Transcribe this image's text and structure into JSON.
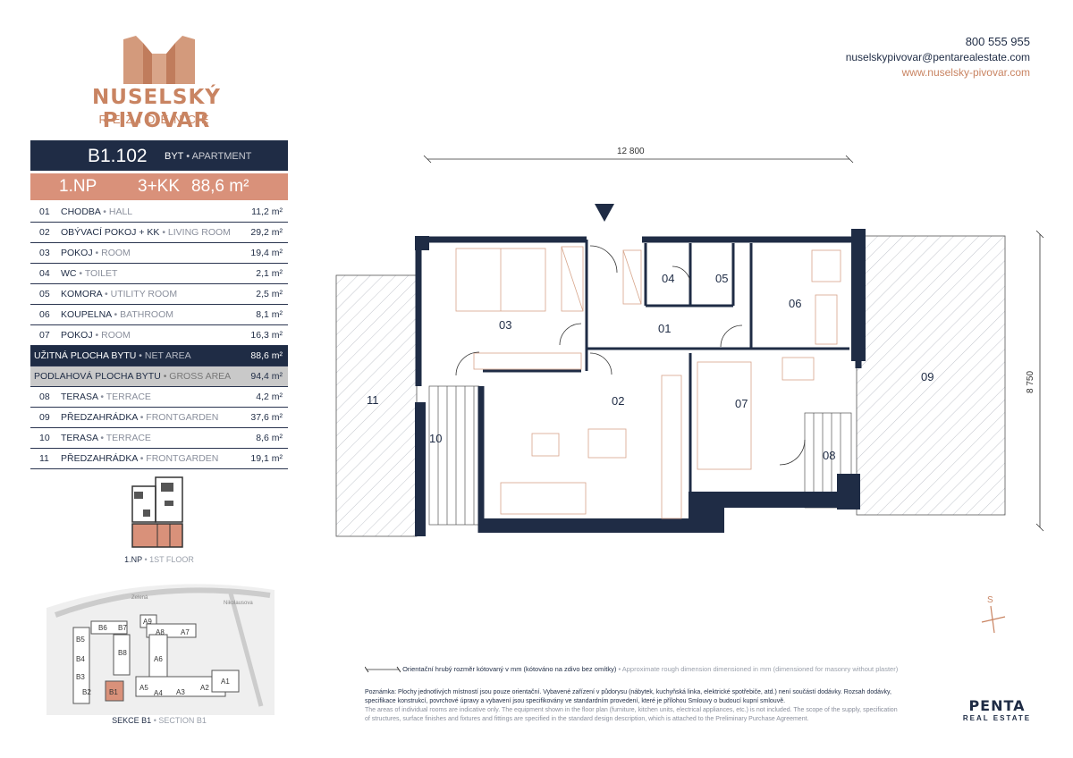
{
  "brand": {
    "title": "NUSELSKÝ PIVOVAR",
    "subtitle": "REZIDENCE"
  },
  "unit": {
    "code": "B1.102",
    "type_cz": "BYT",
    "type_en": "• APARTMENT",
    "floor": "1.NP",
    "layout": "3+KK",
    "area": "88,6 m²"
  },
  "rooms": [
    {
      "num": "01",
      "name": "CHODBA",
      "name_en": "• HALL",
      "area": "11,2 m²"
    },
    {
      "num": "02",
      "name": "OBÝVACÍ POKOJ + KK",
      "name_en": "• LIVING ROOM",
      "area": "29,2 m²"
    },
    {
      "num": "03",
      "name": "POKOJ",
      "name_en": "• ROOM",
      "area": "19,4 m²"
    },
    {
      "num": "04",
      "name": "WC",
      "name_en": "• TOILET",
      "area": "2,1 m²"
    },
    {
      "num": "05",
      "name": "KOMORA",
      "name_en": "• UTILITY ROOM",
      "area": "2,5 m²"
    },
    {
      "num": "06",
      "name": "KOUPELNA",
      "name_en": "• BATHROOM",
      "area": "8,1 m²"
    },
    {
      "num": "07",
      "name": "POKOJ",
      "name_en": "• ROOM",
      "area": "16,3 m²"
    }
  ],
  "net_area": {
    "name": "UŽITNÁ PLOCHA BYTU",
    "name_en": "• NET AREA",
    "area": "88,6 m²"
  },
  "gross_area": {
    "name": "PODLAHOVÁ PLOCHA BYTU",
    "name_en": "• GROSS AREA",
    "area": "94,4 m²"
  },
  "outdoor": [
    {
      "num": "08",
      "name": "TERASA",
      "name_en": "• TERRACE",
      "area": "4,2 m²"
    },
    {
      "num": "09",
      "name": "PŘEDZAHRÁDKA",
      "name_en": "• FRONTGARDEN",
      "area": "37,6 m²"
    },
    {
      "num": "10",
      "name": "TERASA",
      "name_en": "• TERRACE",
      "area": "8,6 m²"
    },
    {
      "num": "11",
      "name": "PŘEDZAHRÁDKA",
      "name_en": "• FRONTGARDEN",
      "area": "19,1 m²"
    }
  ],
  "floor_label": {
    "cz": "1.NP",
    "en": "• 1ST FLOOR"
  },
  "section_label": {
    "cz": "SEKCE B1",
    "en": "• SECTION B1"
  },
  "site_map": {
    "buildings": [
      "B6",
      "B7",
      "A9",
      "A8",
      "A7",
      "B5",
      "B8",
      "B4",
      "A6",
      "B3",
      "B2",
      "B1",
      "A5",
      "A4",
      "A3",
      "A2",
      "A1"
    ],
    "streets": [
      "Zelená",
      "Nikolausova"
    ]
  },
  "contact": {
    "phone": "800 555 955",
    "email": "nuselskypivovar@pentarealestate.com",
    "web": "www.nuselsky-pivovar.com"
  },
  "plan": {
    "dim_width": "12 800",
    "dim_height": "8 750",
    "labels": [
      "01",
      "02",
      "03",
      "04",
      "05",
      "06",
      "07",
      "08",
      "09",
      "10",
      "11"
    ]
  },
  "compass": {
    "label": "S"
  },
  "legend": {
    "cz": "Orientační hrubý rozměr kótovaný v mm (kótováno na zdivo bez omítky)",
    "en": "• Approximate rough dimension dimensioned in mm (dimensioned for masonry without plaster)"
  },
  "notes": {
    "cz": "Poznámka: Plochy jednotlivých místností jsou pouze orientační. Vybavené zařízení v půdorysu (nábytek, kuchyňská linka, elektrické spotřebiče, atd.) není součástí dodávky. Rozsah dodávky, specifikace konstrukcí, povrchové úpravy a vybavení jsou specifikovány ve standardním provedení, které je přílohou Smlouvy o budoucí kupní smlouvě.",
    "en": "The areas of individual rooms are indicative only. The equipment shown in the floor plan (furniture, kitchen units, electrical appliances, etc.) is not included. The scope of the supply, specification of structures, surface finishes and fixtures and fittings are specified in the standard design description, which is attached to the Preliminary Purchase Agreement."
  },
  "developer": {
    "name": "PENTA",
    "tagline": "REAL ESTATE"
  },
  "colors": {
    "navy": "#1f2c45",
    "copper": "#c98462",
    "salmon": "#d9917a"
  }
}
